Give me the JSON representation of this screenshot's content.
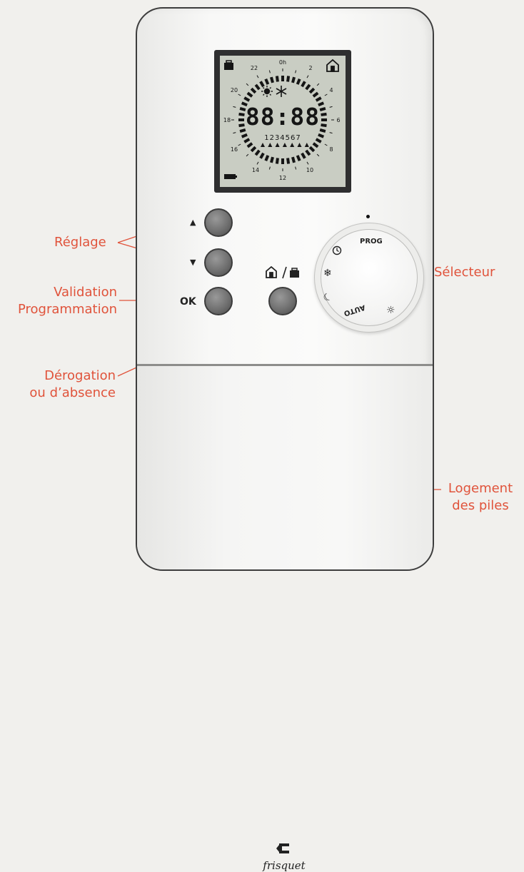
{
  "callouts": {
    "reglage": "Réglage",
    "validation_line1": "Validation",
    "validation_line2": "Programmation",
    "derogation_line1": "Dérogation",
    "derogation_line2": "ou d’absence",
    "selecteur": "Sélecteur",
    "logement_line1": "Logement",
    "logement_line2": "des piles"
  },
  "lcd": {
    "time": "88:88",
    "days": "1234567",
    "hour_labels": {
      "h0": "0h",
      "h2": "2",
      "h4": "4",
      "h6": "6",
      "h8": "8",
      "h10": "10",
      "h12": "12",
      "h14": "14",
      "h16": "16",
      "h18": "18",
      "h20": "20",
      "h22": "22"
    }
  },
  "buttons": {
    "ok_label": "OK"
  },
  "dial": {
    "prog": "PROG",
    "auto": "AUTO"
  },
  "brand": {
    "logo_text": "frisquet"
  },
  "colors": {
    "callout": "#e0533b",
    "device_outline": "#3d3d3d",
    "lcd_background": "#c9cdc3",
    "button": "#707070"
  },
  "icons": [
    "suitcase-icon",
    "house-icon",
    "sun-icon",
    "snowflake-icon",
    "moon-icon",
    "battery-icon",
    "clock-icon",
    "up-arrow-icon",
    "down-arrow-icon"
  ]
}
